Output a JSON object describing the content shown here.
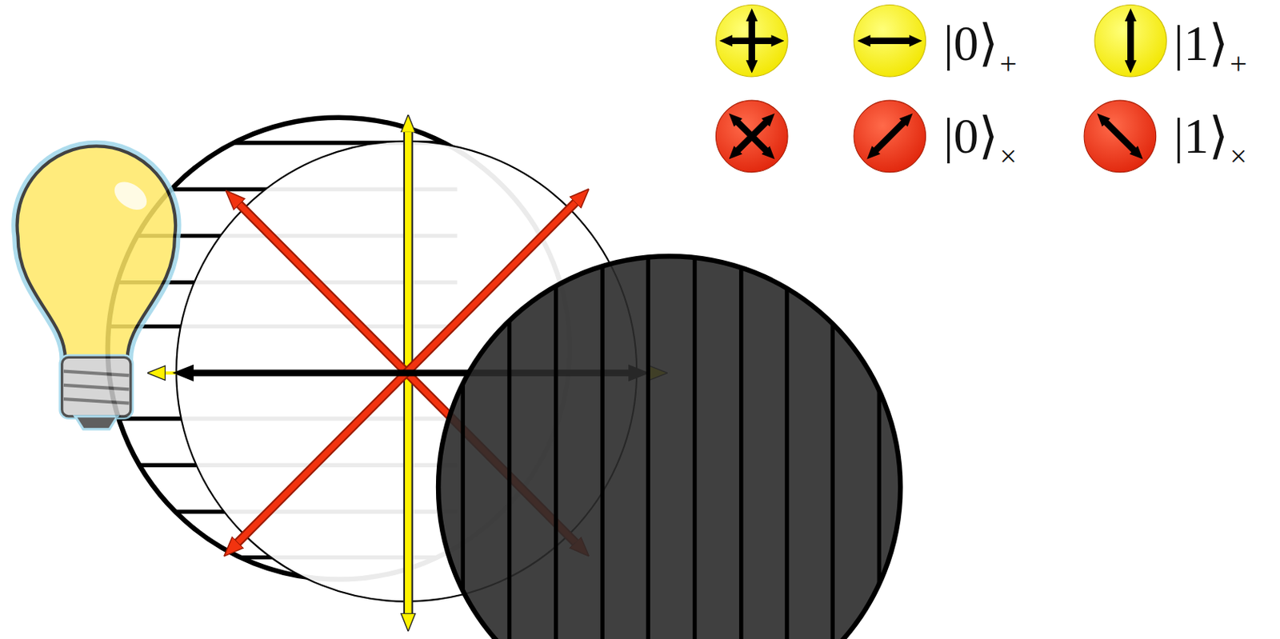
{
  "diagram": {
    "legend": [
      {
        "text": "|0⟩+"
      },
      {
        "text": "|1⟩+"
      },
      {
        "text": "|0⟩×"
      },
      {
        "text": "|1⟩×"
      }
    ]
  }
}
